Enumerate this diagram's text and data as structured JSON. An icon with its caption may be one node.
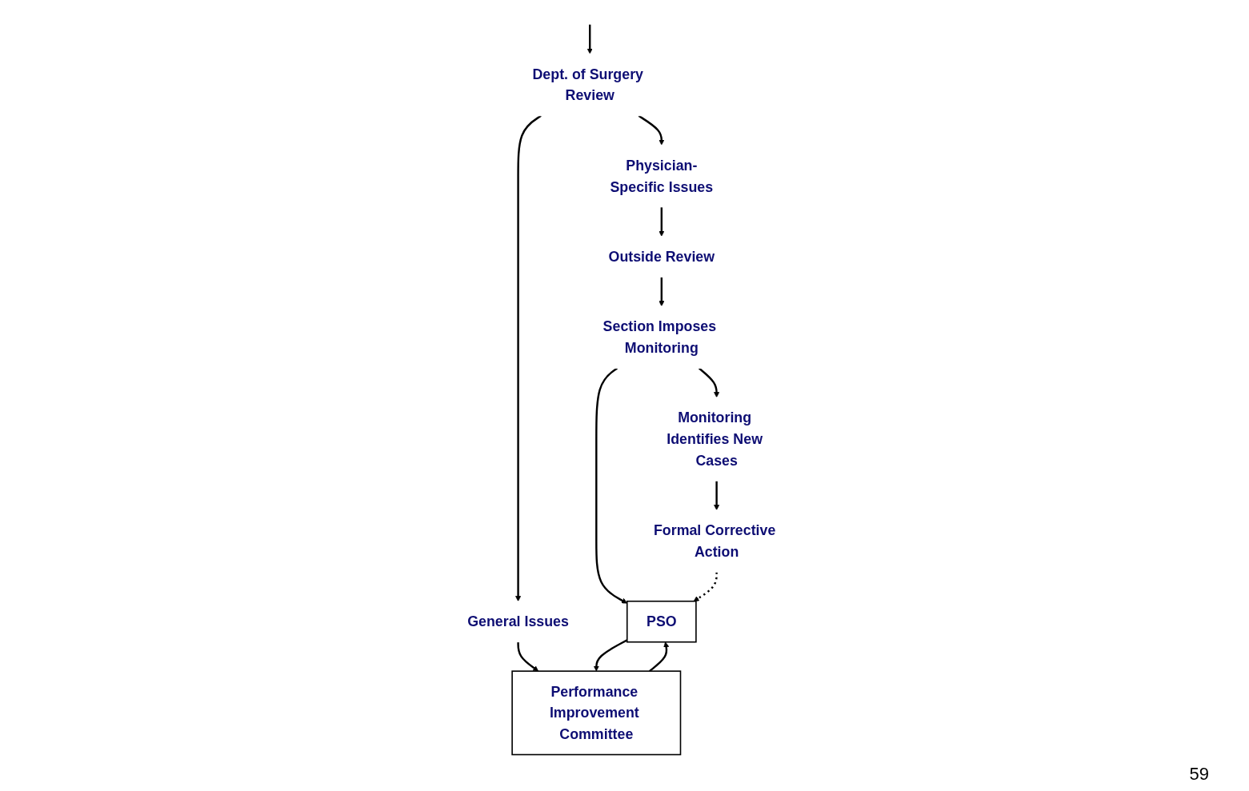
{
  "diagram": {
    "nodes": [
      {
        "text": [
          "Dept. of Surgery Review"
        ]
      },
      {
        "text": [
          "Physician-Specific Issues"
        ]
      },
      {
        "text": [
          "General Issues"
        ]
      },
      {
        "text": [
          "Outside Review"
        ]
      },
      {
        "text": [
          "Performance Improvement Committee"
        ]
      },
      {
        "text": [
          "Section Imposes Monitoring"
        ]
      },
      {
        "text": [
          "PSO"
        ]
      },
      {
        "text": [
          "Monitoring Identifies New Cases"
        ]
      },
      {
        "text": [
          "Formal Corrective Action"
        ]
      }
    ],
    "edges": [
      {
        "from": null,
        "to": 0,
        "arrow": "to"
      },
      {
        "from": 0,
        "to": 1,
        "arrow": "to"
      },
      {
        "from": 0,
        "to": 2,
        "arrow": "to"
      },
      {
        "from": 1,
        "to": 3,
        "arrow": "to"
      },
      {
        "from": 2,
        "to": 4,
        "arrow": "to"
      },
      {
        "from": 4,
        "to": 6,
        "arrow": "to"
      },
      {
        "from": 6,
        "to": 4,
        "arrow": "to"
      },
      {
        "from": 3,
        "to": 5,
        "arrow": "to"
      },
      {
        "from": 5,
        "to": 6,
        "arrow": "to"
      },
      {
        "from": 5,
        "to": 7,
        "arrow": "to"
      },
      {
        "from": 7,
        "to": 8,
        "arrow": "to"
      },
      {
        "from": 8,
        "to": 6,
        "arrow": "to",
        "style": "dashed"
      }
    ],
    "labels": [
      "59"
    ]
  }
}
